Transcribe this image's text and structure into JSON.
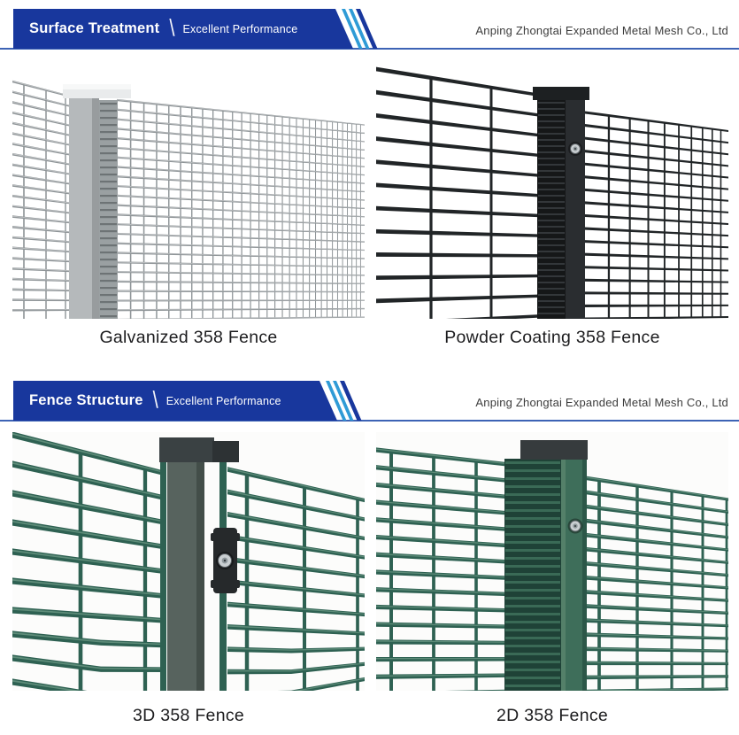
{
  "company": "Anping Zhongtai Expanded Metal Mesh Co., Ltd",
  "colors": {
    "banner_blue": "#18379d",
    "stripe_blue": "#2f9bd6",
    "divider_blue": "#3d63b5",
    "caption_text": "#1c1c1e",
    "company_text": "#3c3c3c"
  },
  "sections": [
    {
      "title": "Surface Treatment",
      "separator": "\\",
      "subtitle": "Excellent Performance",
      "items": [
        {
          "caption": "Galvanized 358 Fence",
          "variant": "galvanized",
          "colors": {
            "wire": "#8f9598",
            "hi": "#dadcdd",
            "post": "#b5b9bb",
            "postShade": "#989c9e",
            "cap": "#e9ebec",
            "capHi": "#f7f8f8",
            "ladder": "#9aa0a2",
            "rung": "#6d7375"
          }
        },
        {
          "caption": "Powder Coating 358 Fence",
          "variant": "powder",
          "colors": {
            "wire": "#212527",
            "post": "#2a2d30",
            "cap": "#1d2022",
            "ladder": "#151718",
            "rung": "#33373a",
            "clamp": "#1d2022"
          }
        }
      ]
    },
    {
      "title": "Fence Structure",
      "separator": "\\",
      "subtitle": "Excellent Performance",
      "items": [
        {
          "caption": "3D 358 Fence",
          "variant": "green3d",
          "colors": {
            "wire": "#2e6152",
            "hi": "#64917d",
            "post": "#57635e",
            "postShade": "#434e49",
            "cap": "#3a4143",
            "capSide": "#2d3234",
            "clamp": "#26292b"
          }
        },
        {
          "caption": "2D 358 Fence",
          "variant": "green2d",
          "colors": {
            "wire": "#2e6152",
            "hi": "#64917d",
            "post": "#3e6e5a",
            "postHi": "#548069",
            "postShade": "#2c5748",
            "cap": "#363b3d",
            "ladder": "#1f4237",
            "rung": "#3a6a56"
          }
        }
      ]
    }
  ]
}
